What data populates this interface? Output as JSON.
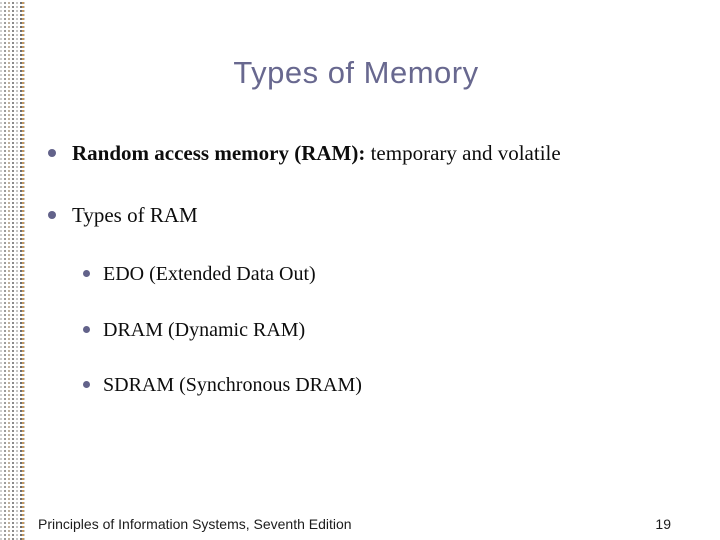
{
  "slide": {
    "title": "Types of Memory",
    "bullets": [
      {
        "level": 1,
        "bold": "Random access memory (RAM):",
        "regular": " temporary and volatile"
      },
      {
        "level": 1,
        "text": "Types of RAM"
      },
      {
        "level": 2,
        "text": "EDO (Extended Data Out)"
      },
      {
        "level": 2,
        "text": "DRAM (Dynamic RAM)"
      },
      {
        "level": 2,
        "text": "SDRAM (Synchronous DRAM)"
      }
    ],
    "footer": {
      "left": "Principles of Information Systems, Seventh Edition",
      "page_number": "19"
    }
  },
  "theme": {
    "title_color": "#68688f",
    "bullet_dot_color": "#62628a",
    "body_text_color": "#0d0d0d",
    "accent_tan_line": "#c49a62",
    "texture_square_grays": [
      "#cfcfcf",
      "#9e9e9e",
      "#c0b2a0",
      "#8b8b8b",
      "#c6c6c6",
      "#6f6f6f"
    ],
    "background": "#ffffff"
  }
}
